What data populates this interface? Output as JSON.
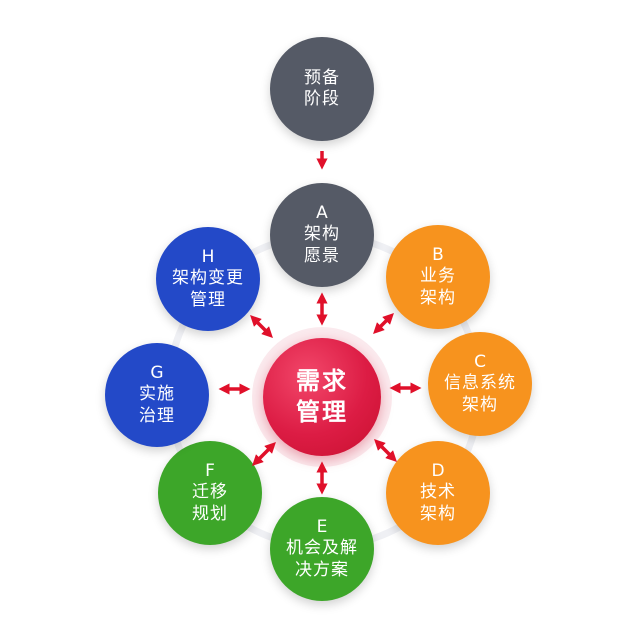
{
  "diagram": {
    "phase": {
      "lines": [
        "预备",
        "阶段"
      ]
    },
    "center": {
      "lines": [
        "需求",
        "管理"
      ]
    },
    "nodes": [
      {
        "id": "A",
        "letter": "A",
        "lines": [
          "架构",
          "愿景"
        ],
        "color": "#555a66"
      },
      {
        "id": "B",
        "letter": "B",
        "lines": [
          "业务",
          "架构"
        ],
        "color": "#f7931e"
      },
      {
        "id": "C",
        "letter": "C",
        "lines": [
          "信息系统",
          "架构"
        ],
        "color": "#f7931e"
      },
      {
        "id": "D",
        "letter": "D",
        "lines": [
          "技术",
          "架构"
        ],
        "color": "#f7931e"
      },
      {
        "id": "E",
        "letter": "E",
        "lines": [
          "机会及解",
          "决方案"
        ],
        "color": "#3da629"
      },
      {
        "id": "F",
        "letter": "F",
        "lines": [
          "迁移",
          "规划"
        ],
        "color": "#3da629"
      },
      {
        "id": "G",
        "letter": "G",
        "lines": [
          "实施",
          "治理"
        ],
        "color": "#2349c8"
      },
      {
        "id": "H",
        "letter": "H",
        "lines": [
          "架构变更",
          "管理"
        ],
        "color": "#2349c8"
      }
    ],
    "arrow_color": "#e0102a"
  }
}
